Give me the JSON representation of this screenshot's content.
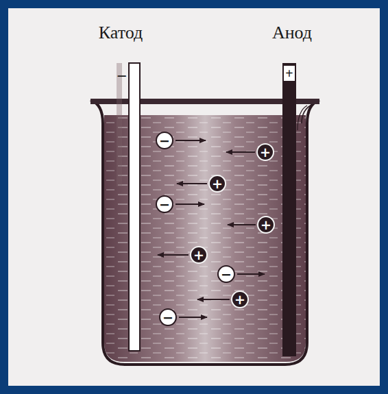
{
  "diagram": {
    "nodes": [
      {
        "text": [
          "−"
        ]
      },
      {
        "text": [
          "+"
        ]
      },
      {
        "text": [
          "+"
        ]
      },
      {
        "text": [
          "−"
        ]
      },
      {
        "text": [
          "+"
        ]
      },
      {
        "text": [
          "+"
        ]
      },
      {
        "text": [
          "−"
        ]
      },
      {
        "text": [
          "+"
        ]
      },
      {
        "text": [
          "−"
        ]
      }
    ],
    "labels": [
      "Катод",
      "Анод",
      "−",
      "+"
    ]
  }
}
